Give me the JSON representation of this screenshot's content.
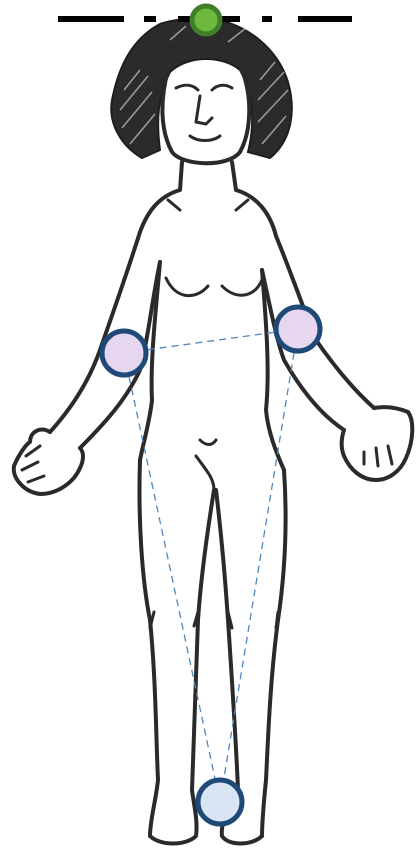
{
  "colors": {
    "background": "#ffffff",
    "ink": "#2a2a2a",
    "reference_line": "#000000",
    "top_marker_fill": "#6fb840",
    "top_marker_stroke": "#3f7f2a",
    "elbow_marker_fill": "#e6d6ef",
    "foot_marker_fill": "#d9e5f4",
    "marker_stroke": "#1f4a78",
    "guide_line": "#4f86c3"
  },
  "icons": {
    "figure": "standing-human-figure-sketch",
    "top_marker": "green-circle",
    "elbow_markers": "lavender-circle",
    "foot_marker": "light-blue-circle",
    "reference_line": "dash-dot-line"
  }
}
